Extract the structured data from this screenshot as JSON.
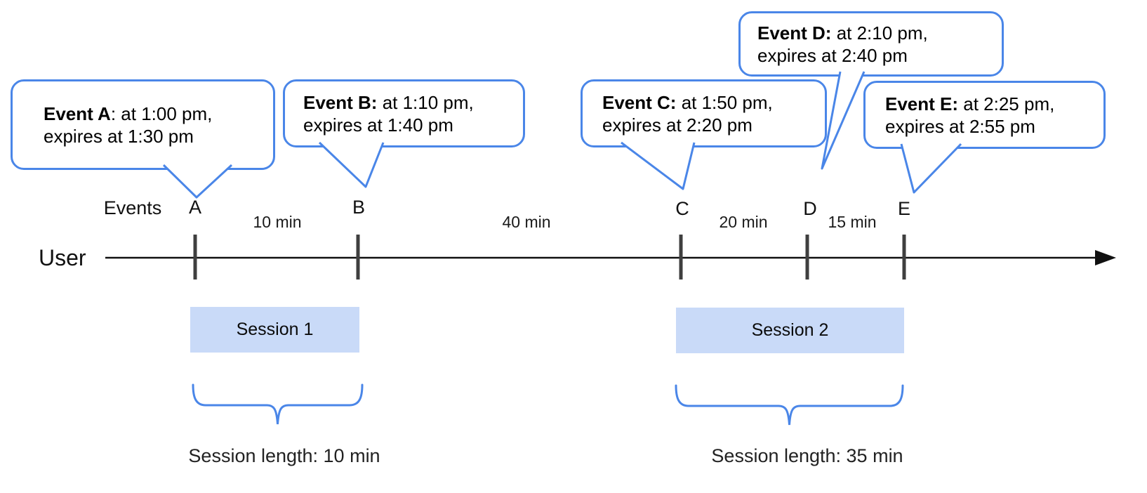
{
  "callouts": [
    {
      "bold": "Event A",
      "rest": ": at 1:00 pm,",
      "line2": "expires at 1:30 pm"
    },
    {
      "bold": "Event B:",
      "rest": " at 1:10 pm,",
      "line2": "expires at 1:40 pm"
    },
    {
      "bold": "Event C:",
      "rest": " at 1:50 pm,",
      "line2": "expires at 2:20 pm"
    },
    {
      "bold": "Event D:",
      "rest": " at 2:10 pm,",
      "line2": "expires at 2:40 pm"
    },
    {
      "bold": "Event E:",
      "rest": " at 2:25 pm,",
      "line2": "expires at 2:55 pm"
    }
  ],
  "timeline": {
    "axis_label": "Events",
    "user_label": "User",
    "ticks": [
      "A",
      "B",
      "C",
      "D",
      "E"
    ],
    "intervals": [
      "10 min",
      "40 min",
      "20 min",
      "15 min"
    ]
  },
  "sessions": [
    {
      "label": "Session 1",
      "length": "Session length: 10 min"
    },
    {
      "label": "Session 2",
      "length": "Session length: 35 min"
    }
  ],
  "colors": {
    "callout_border_blue": "#4a86e8",
    "session_fill_blue": "#c9daf8",
    "tick_gray": "#3f3f3f",
    "axis_black": "#111111"
  }
}
